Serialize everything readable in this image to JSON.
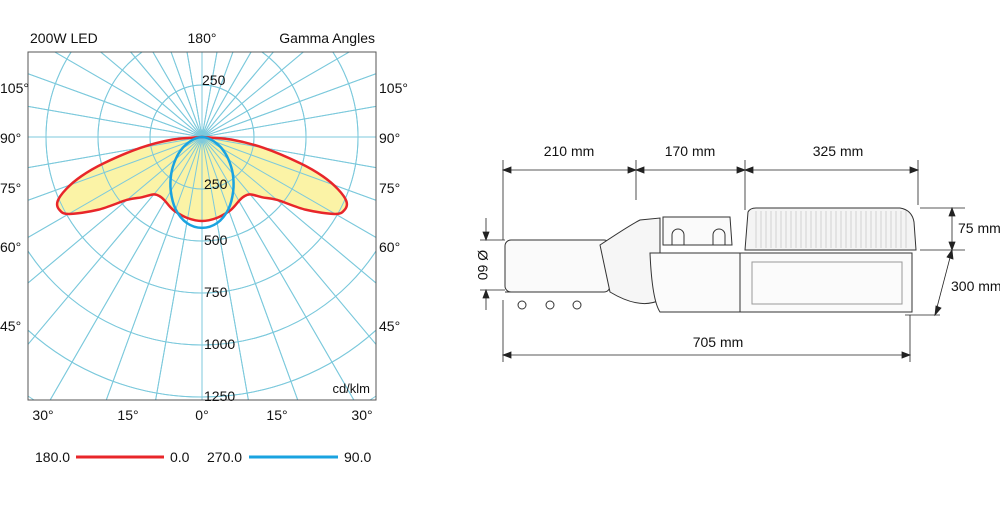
{
  "photometric": {
    "title": "200W LED",
    "top_angle": "180°",
    "subtitle": "Gamma Angles",
    "unit": "cd/klm",
    "side_labels": [
      "105°",
      "90°",
      "75°",
      "60°",
      "45°"
    ],
    "bottom_labels": [
      "30°",
      "15°",
      "0°",
      "15°",
      "30°"
    ],
    "ring_labels_up": [
      "250"
    ],
    "ring_labels_down": [
      "250",
      "500",
      "750",
      "1000",
      "1250"
    ],
    "legend": [
      {
        "from": "180.0",
        "to": "0.0",
        "color": "#e8262a"
      },
      {
        "from": "270.0",
        "to": "90.0",
        "color": "#1aa3e0"
      }
    ],
    "colors": {
      "grid": "#7cc9dc",
      "fill": "#fbf3a6"
    }
  },
  "chart_data": {
    "type": "polar",
    "title": "200W LED",
    "unit": "cd/klm",
    "rings": [
      250,
      500,
      750,
      1000,
      1250
    ],
    "series": [
      {
        "name": "C180-C0",
        "color": "#e8262a",
        "filled": true,
        "gamma": [
          0,
          10,
          20,
          25,
          30,
          35,
          40,
          45,
          50,
          55,
          60,
          63,
          66,
          69,
          72,
          75,
          80,
          85,
          90
        ],
        "cd": [
          404,
          396,
          380,
          368,
          355,
          350,
          360,
          410,
          470,
          610,
          740,
          770,
          760,
          700,
          610,
          490,
          300,
          140,
          0
        ]
      },
      {
        "name": "C270-C90",
        "color": "#1aa3e0",
        "filled": false,
        "gamma": [
          0,
          10,
          20,
          30,
          40,
          50,
          60,
          70,
          80,
          90
        ],
        "cd": [
          437,
          420,
          370,
          300,
          230,
          165,
          110,
          60,
          25,
          0
        ]
      }
    ]
  },
  "drawing": {
    "dims": {
      "d1": "210 mm",
      "d2": "170 mm",
      "d3": "325 mm",
      "total": "705 mm",
      "height": "75 mm",
      "width": "300 mm",
      "diameter": "Ø 60"
    }
  }
}
